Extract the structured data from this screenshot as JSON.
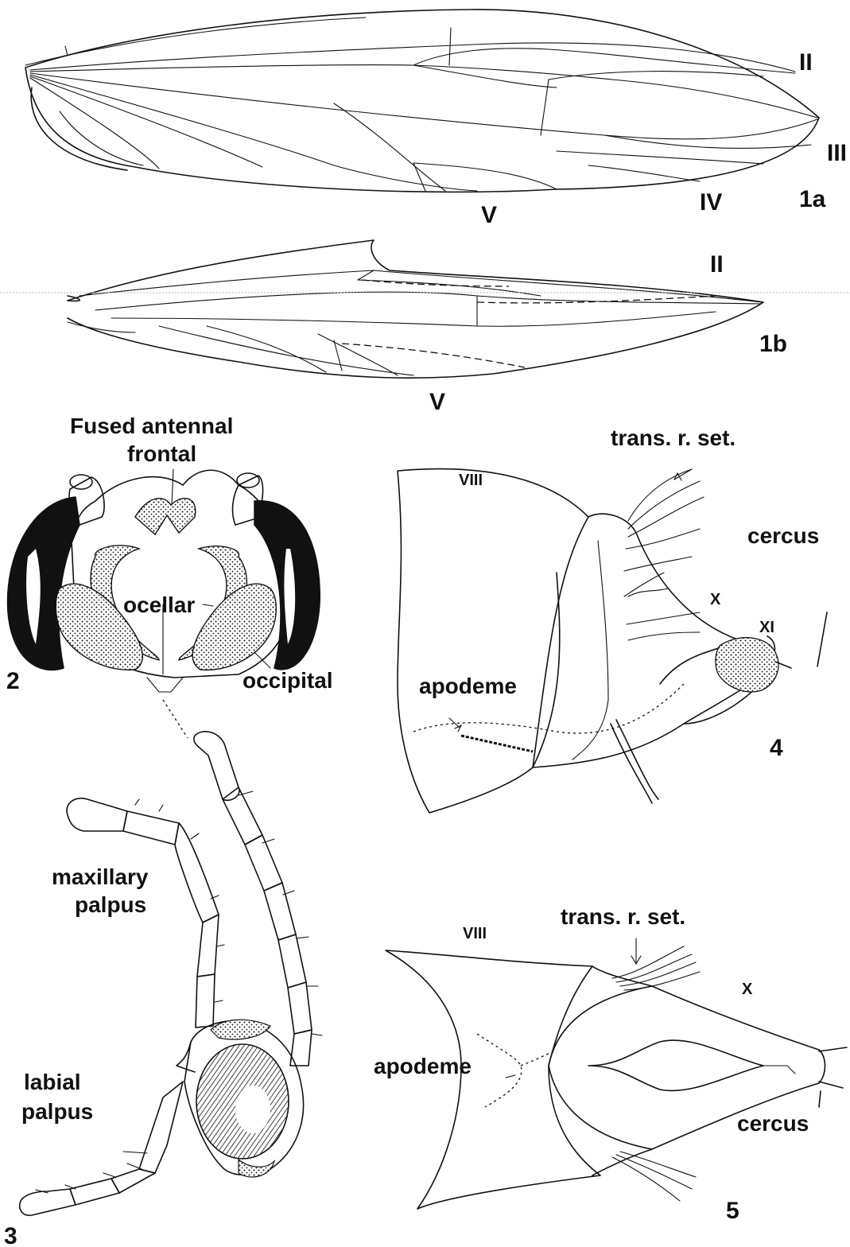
{
  "figure_1a": {
    "vein_labels": [
      "II",
      "III",
      "IV",
      "V"
    ],
    "label": "1a"
  },
  "figure_1b": {
    "vein_labels": [
      "II",
      "V"
    ],
    "label": "1b"
  },
  "figure_2": {
    "label": "2",
    "annotations": {
      "fused_antennal_line1": "Fused antennal",
      "fused_antennal_line2": "frontal",
      "ocellar": "ocellar",
      "occipital": "occipital"
    }
  },
  "figure_3": {
    "label": "3",
    "annotations": {
      "maxillary_line1": "maxillary",
      "maxillary_line2": "palpus",
      "labial_line1": "labial",
      "labial_line2": "palpus"
    }
  },
  "figure_4": {
    "label": "4",
    "annotations": {
      "trans_r_set": "trans. r. set.",
      "segment_viii": "VIII",
      "segment_x": "X",
      "segment_xi": "XI",
      "cercus": "cercus",
      "apodeme": "apodeme"
    }
  },
  "figure_5": {
    "label": "5",
    "annotations": {
      "trans_r_set": "trans. r. set.",
      "segment_viii": "VIII",
      "segment_x": "X",
      "apodeme": "apodeme",
      "cercus": "cercus"
    }
  },
  "colors": {
    "ink": "#111111",
    "paper": "#ffffff",
    "eye_fill": "#111111",
    "stipple": "#111111"
  }
}
